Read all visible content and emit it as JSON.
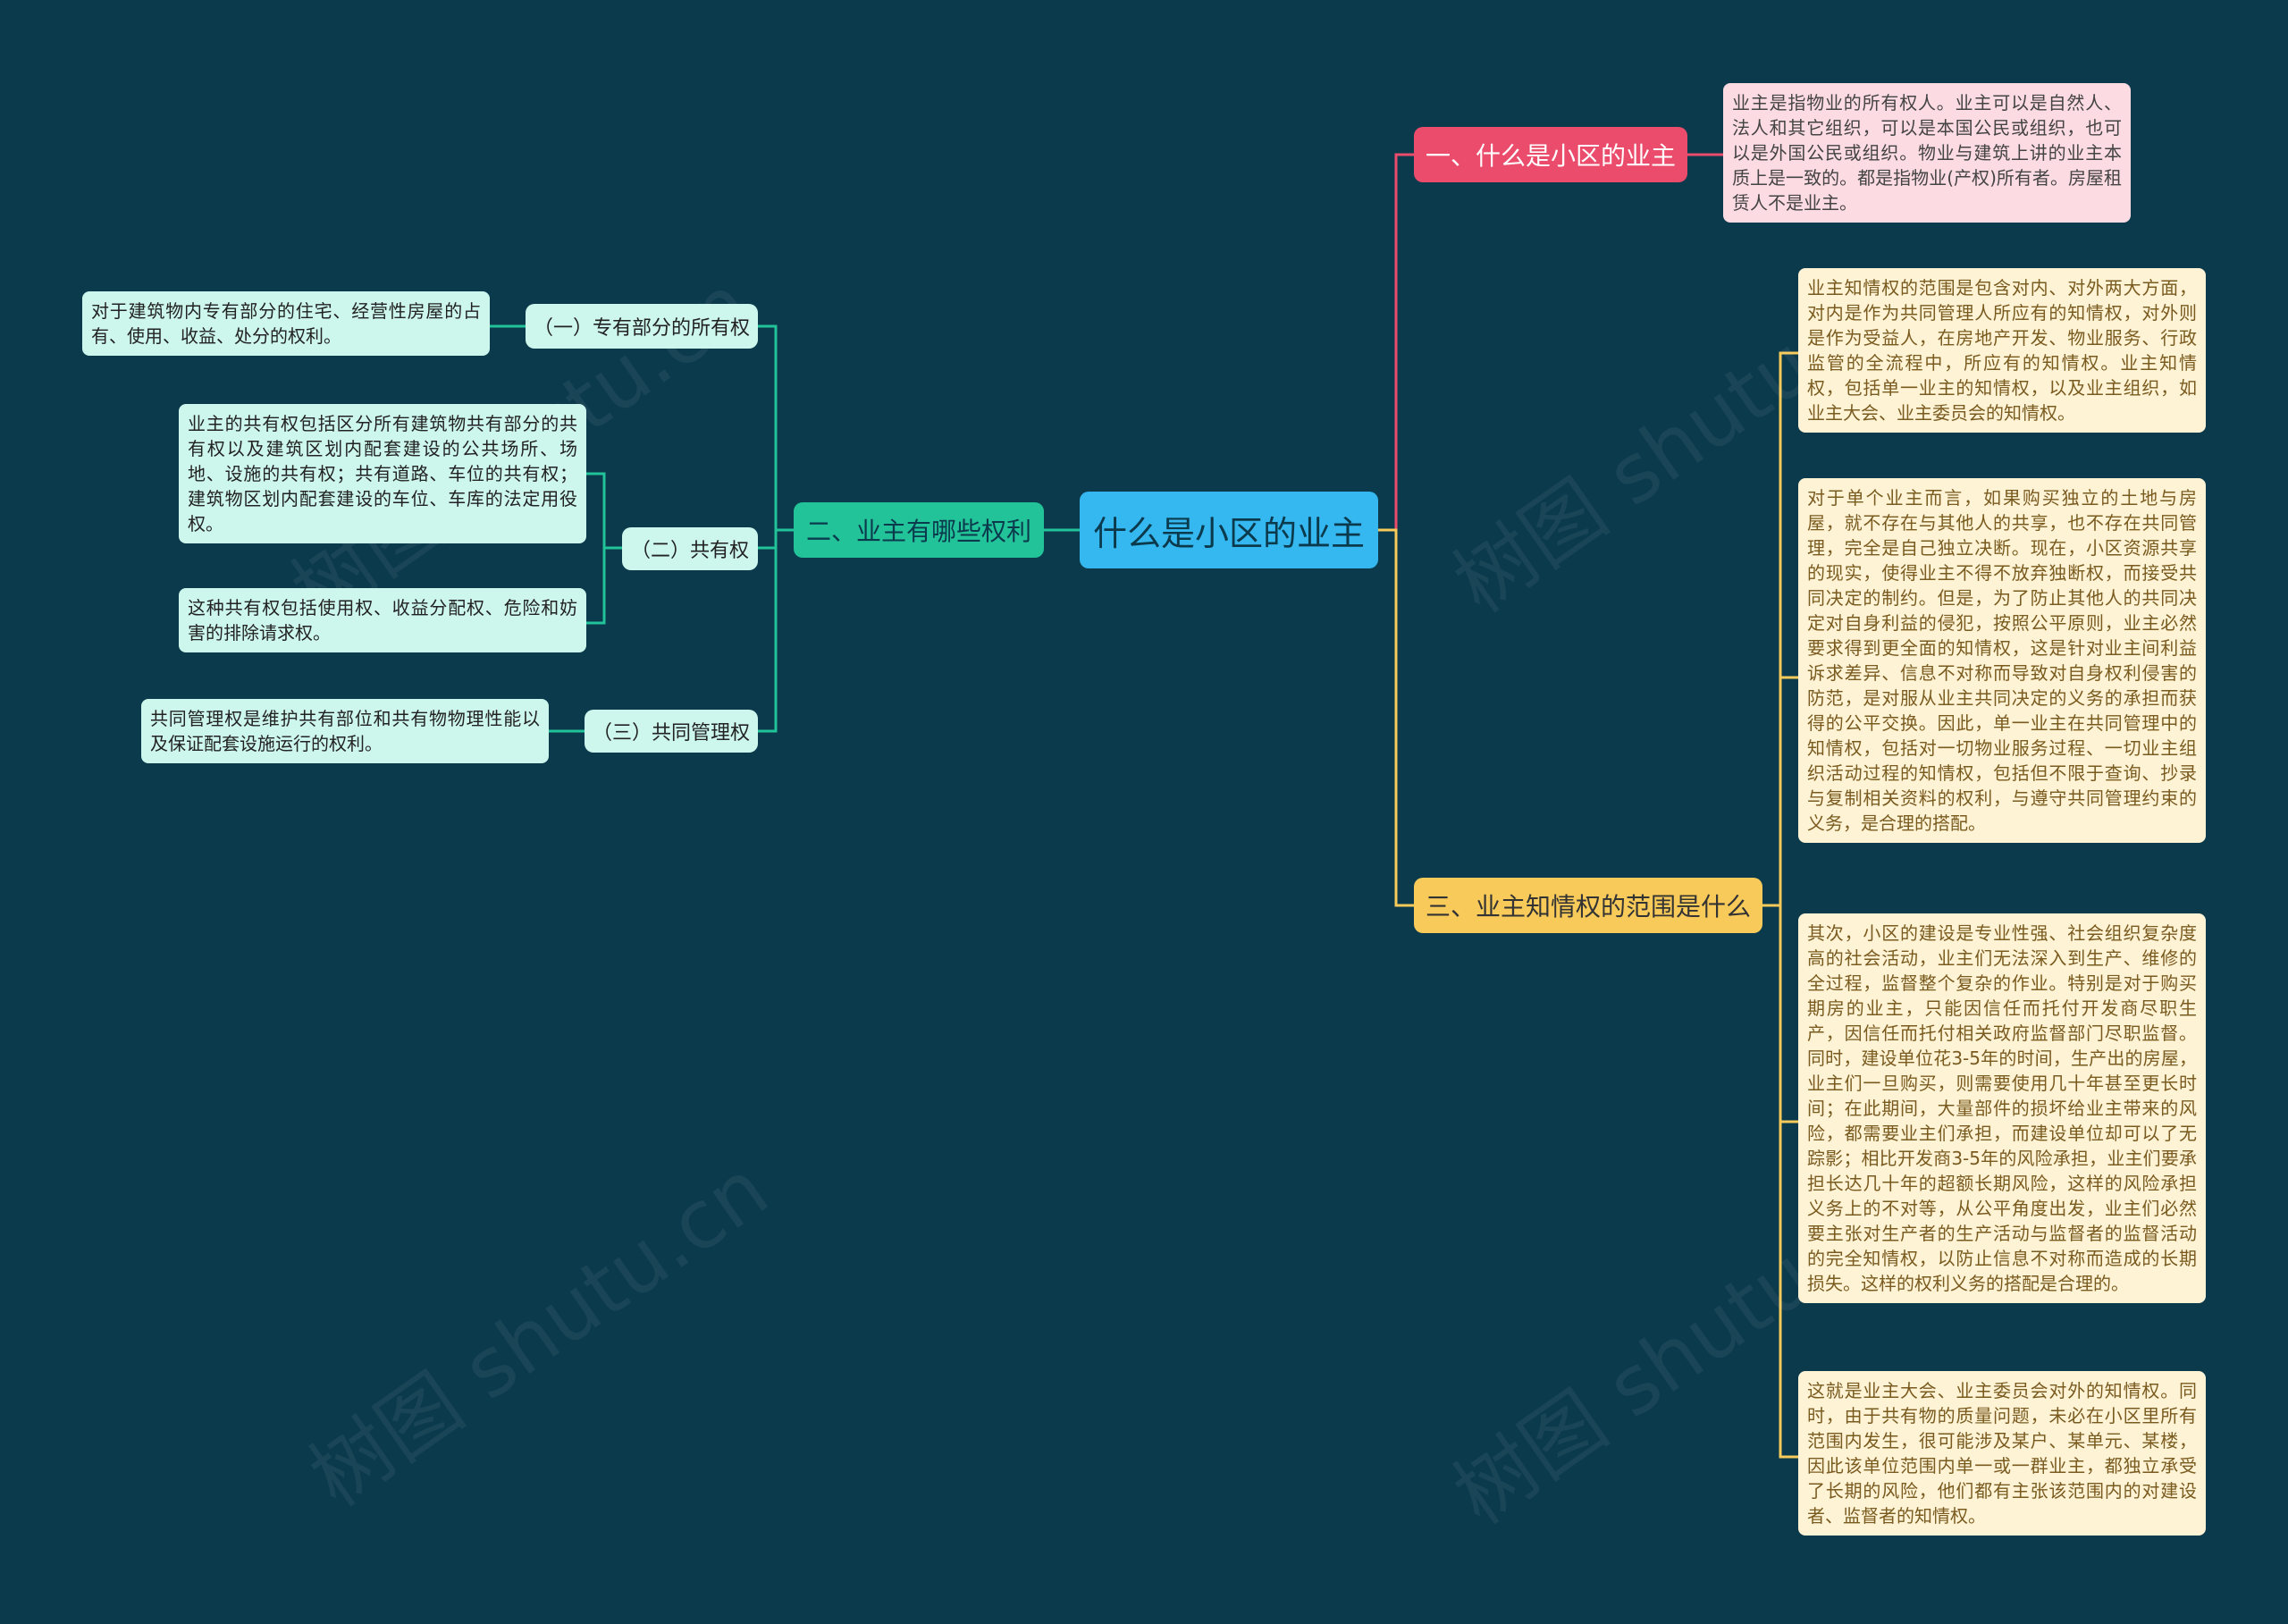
{
  "root": {
    "label": "什么是小区的业主"
  },
  "branches": {
    "b1": {
      "label": "一、什么是小区的业主",
      "leaf": "业主是指物业的所有权人。业主可以是自然人、法人和其它组织，可以是本国公民或组织，也可以是外国公民或组织。物业与建筑上讲的业主本质上是一致的。都是指物业(产权)所有者。房屋租赁人不是业主。"
    },
    "b2": {
      "label": "二、业主有哪些权利",
      "subs": [
        {
          "label": "（一）专有部分的所有权",
          "leaves": [
            "对于建筑物内专有部分的住宅、经营性房屋的占有、使用、收益、处分的权利。"
          ]
        },
        {
          "label": "（二）共有权",
          "leaves": [
            "业主的共有权包括区分所有建筑物共有部分的共有权以及建筑区划内配套建设的公共场所、场地、设施的共有权；共有道路、车位的共有权；建筑物区划内配套建设的车位、车库的法定用役权。",
            "这种共有权包括使用权、收益分配权、危险和妨害的排除请求权。"
          ]
        },
        {
          "label": "（三）共同管理权",
          "leaves": [
            "共同管理权是维护共有部位和共有物物理性能以及保证配套设施运行的权利。"
          ]
        }
      ]
    },
    "b3": {
      "label": "三、业主知情权的范围是什么",
      "leaves": [
        "业主知情权的范围是包含对内、对外两大方面，对内是作为共同管理人所应有的知情权，对外则是作为受益人，在房地产开发、物业服务、行政监管的全流程中，所应有的知情权。业主知情权，包括单一业主的知情权，以及业主组织，如业主大会、业主委员会的知情权。",
        "对于单个业主而言，如果购买独立的土地与房屋，就不存在与其他人的共享，也不存在共同管理，完全是自己独立决断。现在，小区资源共享的现实，使得业主不得不放弃独断权，而接受共同决定的制约。但是，为了防止其他人的共同决定对自身利益的侵犯，按照公平原则，业主必然要求得到更全面的知情权，这是针对业主间利益诉求差异、信息不对称而导致对自身权利侵害的防范，是对服从业主共同决定的义务的承担而获得的公平交换。因此，单一业主在共同管理中的知情权，包括对一切物业服务过程、一切业主组织活动过程的知情权，包括但不限于查询、抄录与复制相关资料的权利，与遵守共同管理约束的义务，是合理的搭配。",
        "其次，小区的建设是专业性强、社会组织复杂度高的社会活动，业主们无法深入到生产、维修的全过程，监督整个复杂的作业。特别是对于购买期房的业主，只能因信任而托付开发商尽职生产，因信任而托付相关政府监督部门尽职监督。同时，建设单位花3-5年的时间，生产出的房屋，业主们一旦购买，则需要使用几十年甚至更长时间；在此期间，大量部件的损坏给业主带来的风险，都需要业主们承担，而建设单位却可以了无踪影；相比开发商3-5年的风险承担，业主们要承担长达几十年的超额长期风险，这样的风险承担义务上的不对等，从公平角度出发，业主们必然要主张对生产者的生产活动与监督者的监督活动的完全知情权，以防止信息不对称而造成的长期损失。这样的权利义务的搭配是合理的。",
        "这就是业主大会、业主委员会对外的知情权。同时，由于共有物的质量问题，未必在小区里所有范围内发生，很可能涉及某户、某单元、某楼，因此该单位范围内单一或一群业主，都独立承受了长期的风险，他们都有主张该范围内的对建设者、监督者的知情权。"
      ]
    }
  },
  "watermark": "树图 shutu.cn",
  "colors": {
    "background": "#0b3a4d",
    "root": "#35b7f0",
    "b1": "#eb4c6b",
    "b2": "#23c39a",
    "b3": "#f7ca5a"
  }
}
